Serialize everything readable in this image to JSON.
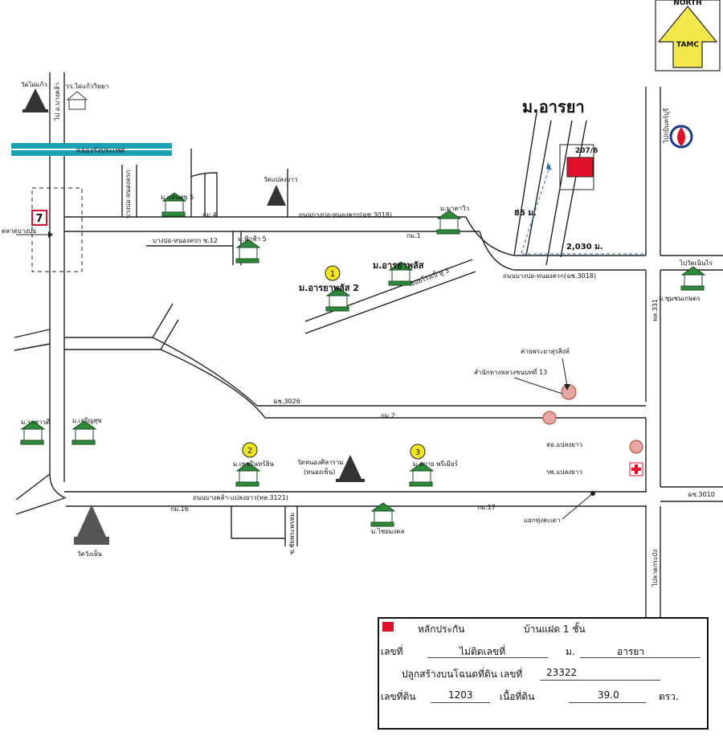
{
  "north": {
    "line1": "NORTH",
    "line2": "TAMC"
  },
  "title": "ม.อารยา",
  "places": {
    "wat_phai_kaeo": "วัดไผ่แก้ว",
    "school": "รร.ไผ่แก้ววิทยา",
    "to_bang_khla": "ไป อ.บางคล้า",
    "canal": "คลองรังประเทศ",
    "seven": "7",
    "talad": "ตลาดบางบ่อ",
    "mu_saen_suk": "ม.แสนสุข 5",
    "km4": "กม.4",
    "wat_plaeng": "วัดแปลงยาว",
    "road_bn": "บางบ่อ-หนองครก",
    "road_3018": "ถนนบางบ่อ-หนองครก(ฉช.3018)",
    "road_3018b": "ถนนบางบ่อ-หนองครก(ฉช.3018)",
    "mu_mahawi": "ม.มาตาวิว",
    "road_bn12": "บางบ่อ-หนองครก ซ.12",
    "mu_faifa": "ม.ฟ้าฟ้า 5",
    "km1": "กม.1",
    "mu_araya_plus": "ม.อารยาพลัส",
    "mu_araya_plus2": "ม.อารยาพลัส 2",
    "soi3": "ซอยโรงเปิ้ ทู่ 3",
    "dist85": "85 ม.",
    "dist2030": "2,030 ม.",
    "house_no": "207/6",
    "to_kabin": "ไปกบินทร์บุรี",
    "to_wang": "ไปวัดเนินไร",
    "mu_chumchon": "ม.ชุมชนเกษตร",
    "th331": "ทล.331",
    "khai": "ค่ายพระยาสุรสิงห์",
    "samnak": "สำนักทางหลวงชนบทที่ 13",
    "ch3026": "ฉช.3026",
    "km2": "กม.2",
    "mu_rachawadi": "ม.ราชาวดี",
    "mu_charoensuk": "ม.เจริญสุข",
    "mu_phinrin": "ม.เพชรินทร์ลิน",
    "wat_nong": "วัดหนองศิลาราม",
    "wat_nong2": "(หนองเข็น)",
    "mu_sakae": "ม.สกาย พรีเมียร์",
    "sor_or": "สอ.แปลงยาว",
    "ror_por": "รพ.แปลงยาว",
    "road_3121": "ถนนบางคล้า-แปลงยาว(ทล.3121)",
    "ch3010": "ฉช.3010",
    "km16": "กม.16",
    "km17": "กม.17",
    "yaek": "แยกทุ่งสะเดา",
    "mu_chaimongkol": "ม.ไชยมงคล",
    "wat_wang": "วัดวังเย็น",
    "to_lat": "ไปลาดกระบัง",
    "soi_sh": "ซ.ชัยพระพรหม",
    "n1": "1",
    "n2": "2",
    "n3": "3"
  },
  "legend": {
    "collateral": "หลักประกัน",
    "type": "บ้านแฝด 1  ชั้น",
    "no_label": "เลขที่",
    "no_value": "ไม่ติดเลขที่",
    "m_label": "ม.",
    "m_value": "อารยา",
    "built": "ปลูกสร้างบนโฉนดที่ดิน เลขที่",
    "deed_no": "23322",
    "land_no_label": "เลขที่ดิน",
    "land_no": "1203",
    "area_label": "เนื้อที่ดิน",
    "area": "39.0",
    "unit": "ตรว."
  },
  "colors": {
    "accent": "#e0102a",
    "road_label": "#1a3b8c",
    "number_badge": "#f2e61c",
    "canal": "#1aa0b5",
    "house": "#2e8b3a"
  }
}
